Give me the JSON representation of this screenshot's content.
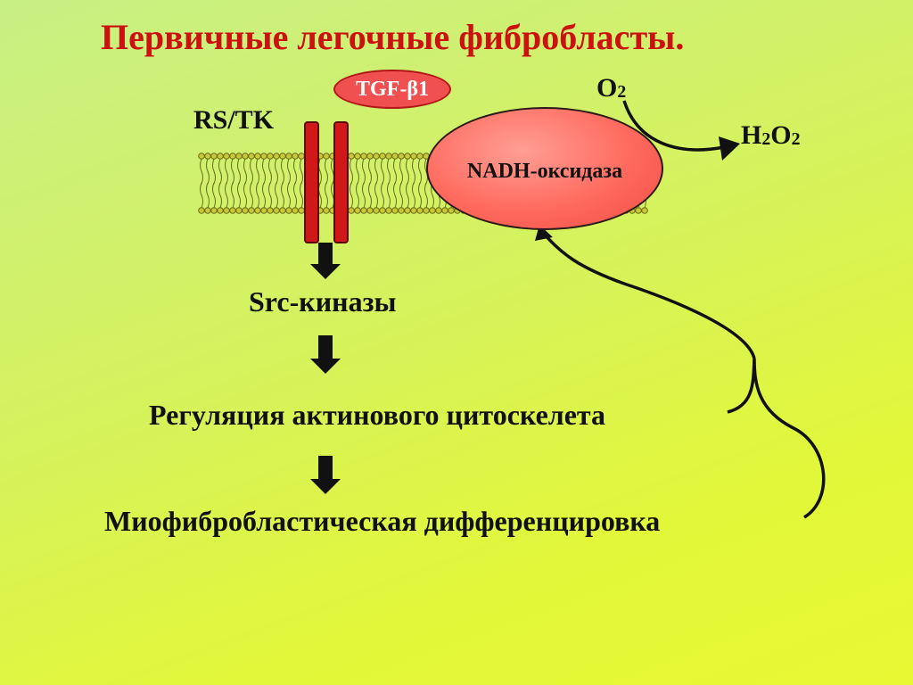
{
  "title": "Первичные легочные фибробласты.",
  "tgf": "TGF-β1",
  "receptor": "RS/TK",
  "o2": {
    "base": "O",
    "sub": "2"
  },
  "h2o2": {
    "h": "H",
    "sub1": "2",
    "o": "O",
    "sub2": "2"
  },
  "enzyme": "NADH-оксидаза",
  "steps": [
    "Src-киназы",
    "Регуляция актинового цитоскелета",
    "Миофибробластическая дифференцировка"
  ],
  "colors": {
    "title": "#cc1111",
    "receptor": "#d01818",
    "enzyme": "#ff6a5e",
    "membrane": "#c8c838"
  }
}
